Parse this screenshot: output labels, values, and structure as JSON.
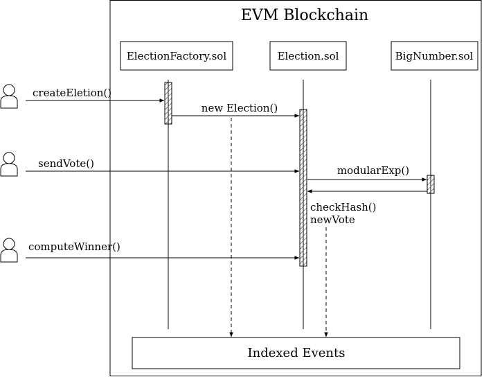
{
  "container": {
    "title": "EVM Blockchain"
  },
  "contracts": {
    "factory": "ElectionFactory.sol",
    "election": "Election.sol",
    "bignumber": "BigNumber.sol"
  },
  "actors": [
    {
      "icon": "user-icon",
      "call": "createEletion()"
    },
    {
      "icon": "user-icon",
      "call": "sendVote()"
    },
    {
      "icon": "user-icon",
      "call": "computeWinner()"
    }
  ],
  "messages": {
    "new_election": "new Election()",
    "modular_exp": "modularExp()",
    "event_line1": "checkHash()",
    "event_line2": "newVote"
  },
  "sink": {
    "label": "Indexed Events"
  },
  "colors": {
    "stroke": "#000000",
    "background": "#ffffff",
    "hatch": "#555555"
  }
}
